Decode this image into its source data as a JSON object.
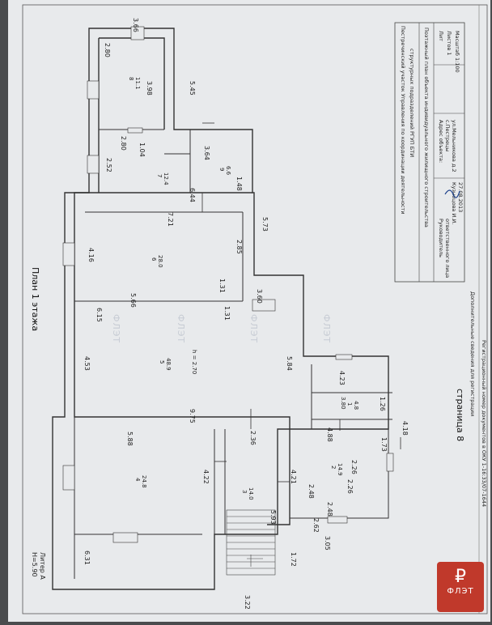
{
  "plan_title": "План 1 этажа",
  "letter": "Литер А",
  "height_label": "H=5.90",
  "page_label": "страница 8",
  "watermark": "ФЛЭТ",
  "logo_text": "ФЛЭТ",
  "side_note": "Дополнительные сведения для регистрации",
  "side_note2": "Регистрационный номер документов в ОКУ 1-16:33/07-1644",
  "title_block": {
    "org_line1": "Пестречинский участок Управления по координации деятельности",
    "org_line2": "структурных подразделений РГУП БТИ",
    "doc": "Поэтажный план объекта индивидуального жилищного строительства",
    "address_label": "Адрес объекта:",
    "address1": "с.Пестрецы",
    "address2": "ул.Мельникова д.2",
    "role": "Руководитель",
    "role2": "ответственного лица",
    "name": "Кузнецова И.И.",
    "date": "27.08.2013",
    "sheet_label": "Лит",
    "sheets_label": "Листов 1",
    "scale": "Масштаб 1:100"
  },
  "rooms": {
    "r1": {
      "num": "1",
      "area": "4.8",
      "h": "3.80"
    },
    "r2": {
      "num": "2",
      "area": "14.9"
    },
    "r3": {
      "num": "3",
      "area": "14.0"
    },
    "r4": {
      "num": "4",
      "area": "24.8"
    },
    "r5": {
      "num": "5",
      "area": "48.9",
      "h": "h = 2.70"
    },
    "r6": {
      "num": "6",
      "area": "28.0"
    },
    "r7": {
      "num": "7",
      "area": "12.4"
    },
    "r8": {
      "num": "8",
      "area": "11.1"
    },
    "r9": {
      "num": "9",
      "area": "6.6",
      "h": "3.64"
    }
  },
  "dims": {
    "d_366": "3.66",
    "d_280a": "2.80",
    "d_398": "3.98",
    "d_545": "5.45",
    "d_280b": "2.80",
    "d_104": "1.04",
    "d_252": "2.52",
    "d_364": "3.64",
    "d_148": "1.48",
    "d_644": "6.44",
    "d_573": "5.73",
    "d_721": "7.21",
    "d_416": "4.16",
    "d_285": "2.85",
    "d_566": "5.66",
    "d_131a": "1.31",
    "d_131b": "1.31",
    "d_615": "6.15",
    "d_360": "3.60",
    "d_453": "4.53",
    "d_584": "5.84",
    "d_975": "9.75",
    "d_423": "4.23",
    "d_126": "1.26",
    "d_418": "4.18",
    "d_173": "1.73",
    "d_226a": "2.26",
    "d_226b": "2.26",
    "d_488": "4.88",
    "d_236": "2.36",
    "d_588": "5.88",
    "d_422": "4.22",
    "d_421": "4.21",
    "d_593": "5.93",
    "d_248a": "2.48",
    "d_248b": "2.48",
    "d_262": "2.62",
    "d_305": "3.05",
    "d_631": "6.31",
    "d_172": "1.72",
    "d_322": "3.22"
  }
}
